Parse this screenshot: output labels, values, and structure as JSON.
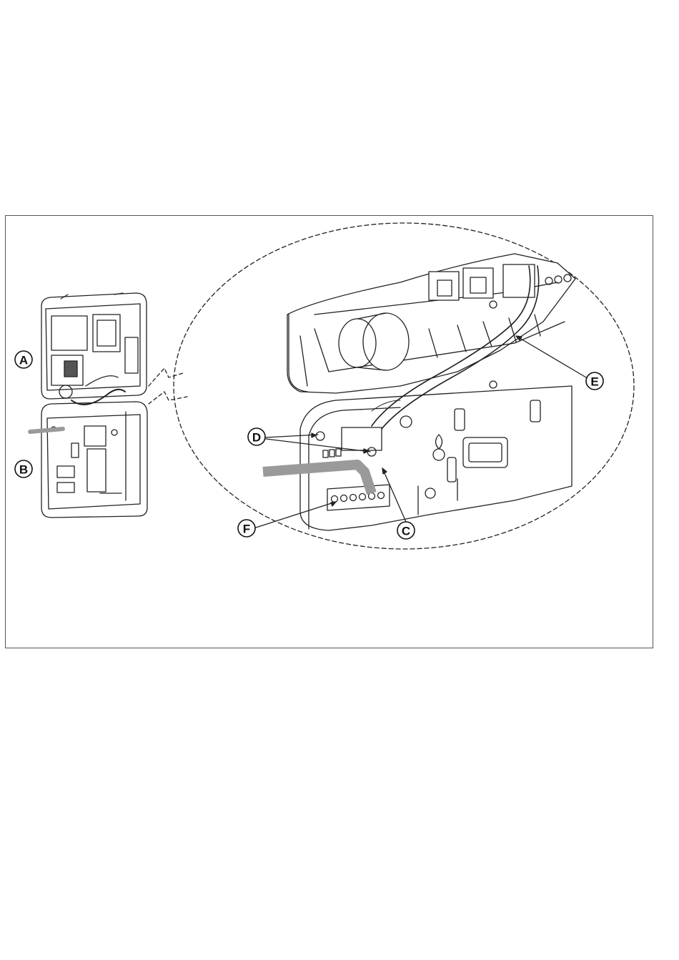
{
  "figure": {
    "callouts": [
      {
        "id": "A",
        "label": "A"
      },
      {
        "id": "B",
        "label": "B"
      },
      {
        "id": "C",
        "label": "C"
      },
      {
        "id": "D",
        "label": "D"
      },
      {
        "id": "E",
        "label": "E"
      },
      {
        "id": "F",
        "label": "F"
      }
    ],
    "colors": {
      "line": "#222222",
      "cable_gray": "#9a9a9a",
      "frame_border": "#555555"
    }
  }
}
